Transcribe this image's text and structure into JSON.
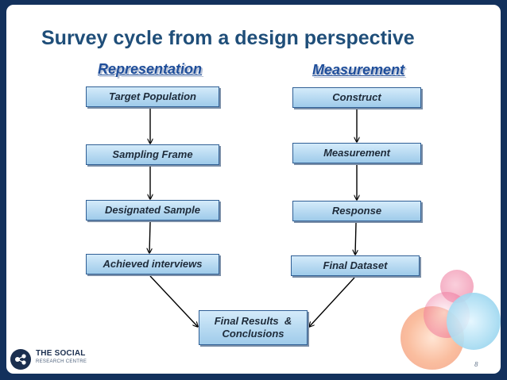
{
  "slide": {
    "title": "Survey cycle from a design perspective",
    "page_number": "8"
  },
  "columns": {
    "representation": {
      "heading": "Representation",
      "steps": [
        "Target Population",
        "Sampling Frame",
        "Designated Sample",
        "Achieved interviews"
      ]
    },
    "measurement": {
      "heading": "Measurement",
      "steps": [
        "Construct",
        "Measurement",
        "Response",
        "Final Dataset"
      ]
    }
  },
  "result": {
    "line1": "Final Results  &",
    "line2": "Conclusions"
  },
  "logo": {
    "line1": "THE SOCIAL",
    "line2": "RESEARCH CENTRE"
  },
  "colors": {
    "frame": "#13315c",
    "title": "#1f4e79",
    "heading": "#1f4e9a",
    "box_fill": "#b6d9f1",
    "box_border": "#2f5f95",
    "arrow": "#000000"
  }
}
